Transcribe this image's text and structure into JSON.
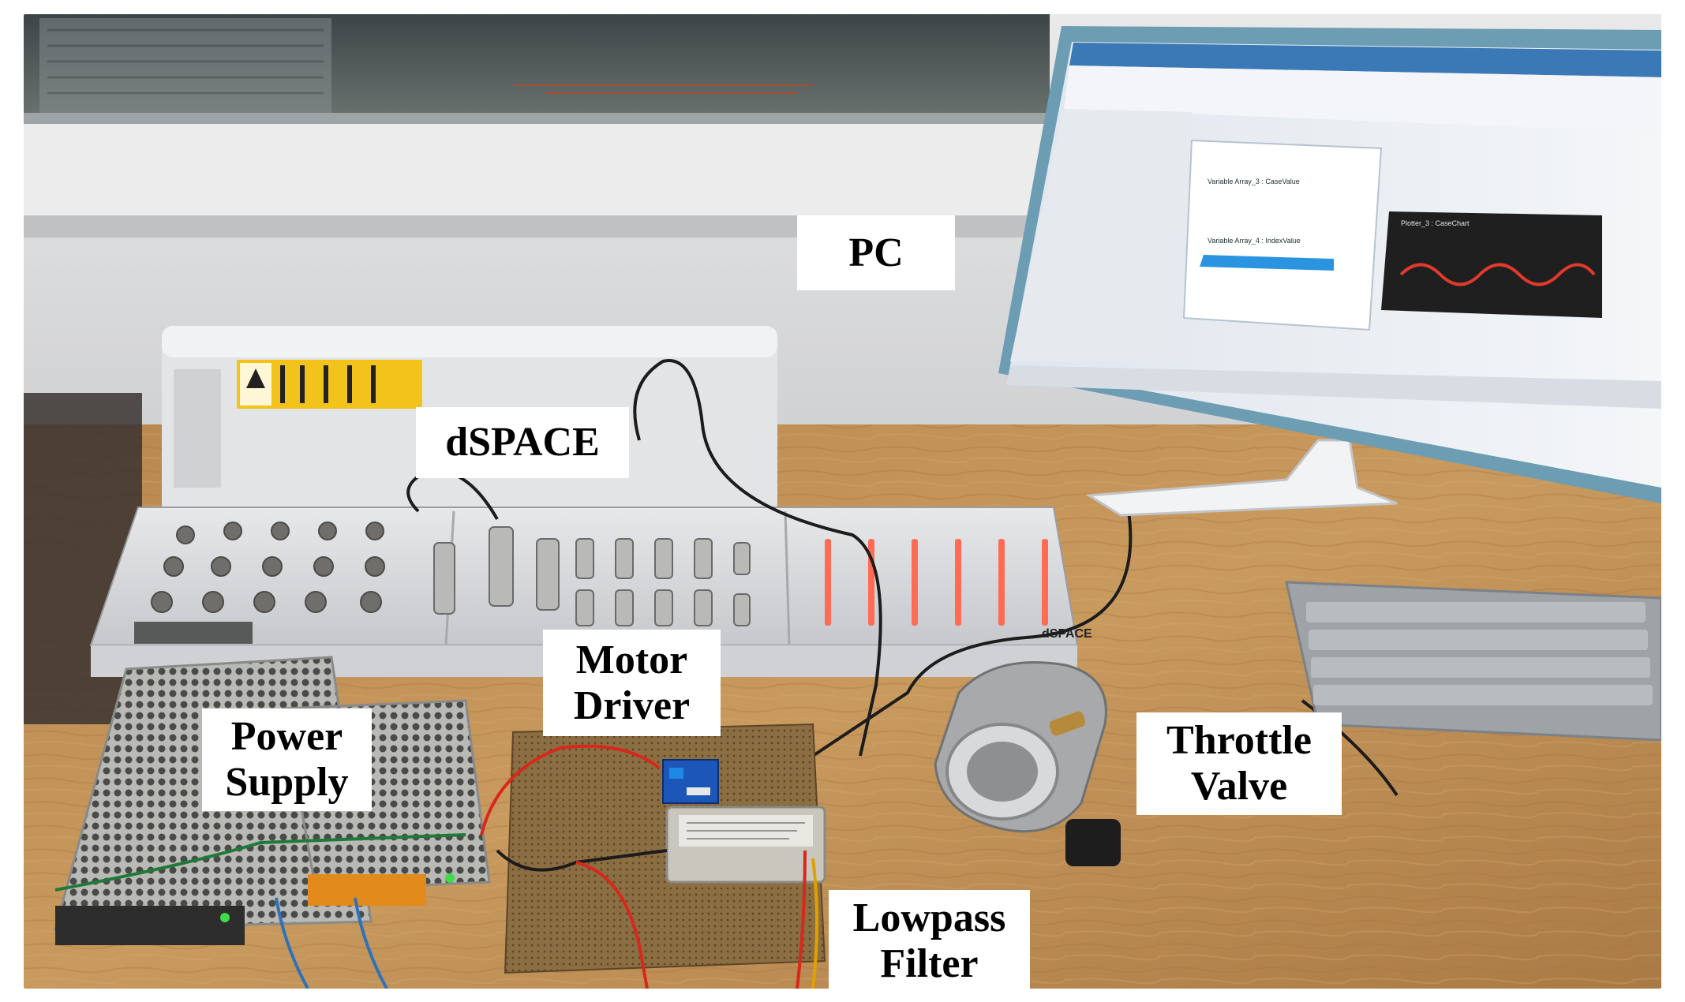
{
  "figure": {
    "labels": {
      "pc": "PC",
      "dspace": "dSPACE",
      "motor_driver": [
        "Motor",
        "Driver"
      ],
      "power_supply": [
        "Power",
        "Supply"
      ],
      "throttle_valve": [
        "Throttle",
        "Valve"
      ],
      "lowpass_filter": [
        "Lowpass",
        "Filter"
      ]
    },
    "device_brand": "dSPACE",
    "monitor_software": {
      "panels": [
        "Variable Array_3 : CaseValue",
        "Variable Array_4 : IndexValue",
        "Plotter_3 : CaseChart"
      ]
    }
  }
}
